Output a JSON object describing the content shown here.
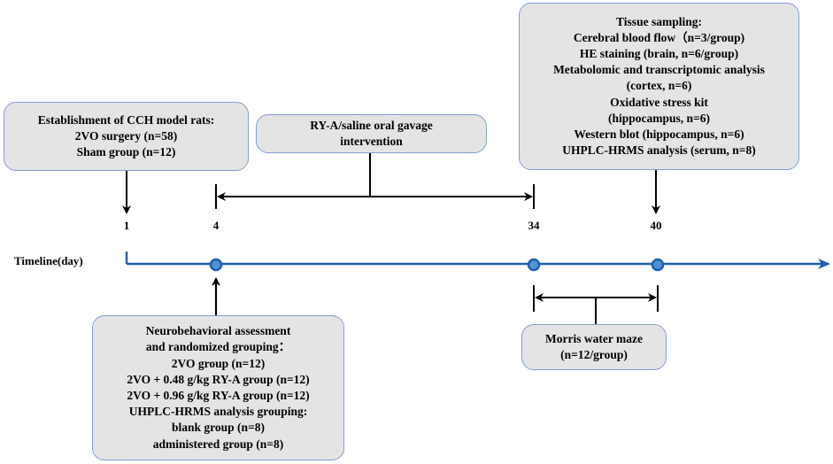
{
  "timeline": {
    "label": "Timeline(day)",
    "color": "#1f5fae",
    "days": [
      "1",
      "4",
      "34",
      "40"
    ]
  },
  "boxes": {
    "establishment": {
      "lines": [
        "Establishment of CCH model rats:",
        "2VO surgery (n=58)",
        "Sham group (n=12)"
      ]
    },
    "intervention": {
      "lines": [
        "RY-A/saline oral gavage",
        "intervention"
      ]
    },
    "tissue_sampling": {
      "lines": [
        "Tissue sampling:",
        "Cerebral blood flow（n=3/group)",
        "HE staining (brain, n=6/group)",
        "Metabolomic and transcriptomic analysis",
        "(cortex, n=6)",
        "Oxidative stress kit",
        "(hippocampus, n=6)",
        "Western blot (hippocampus, n=6)",
        "UHPLC-HRMS analysis (serum, n=8)"
      ]
    },
    "neurobehavioral": {
      "lines": [
        "Neurobehavioral assessment",
        "and randomized grouping：",
        "2VO group (n=12)",
        "2VO + 0.48 g/kg RY-A group (n=12)",
        "2VO + 0.96 g/kg RY-A group (n=12)",
        "UHPLC-HRMS analysis grouping:",
        "blank group (n=8)",
        "administered group (n=8)"
      ]
    },
    "morris": {
      "lines": [
        "Morris water maze",
        "(n=12/group)"
      ]
    }
  },
  "colors": {
    "box_fill": "#e4e4e4",
    "box_border": "#7f9fd3",
    "arrow": "#000000",
    "marker_fill": "#4f93d6"
  }
}
